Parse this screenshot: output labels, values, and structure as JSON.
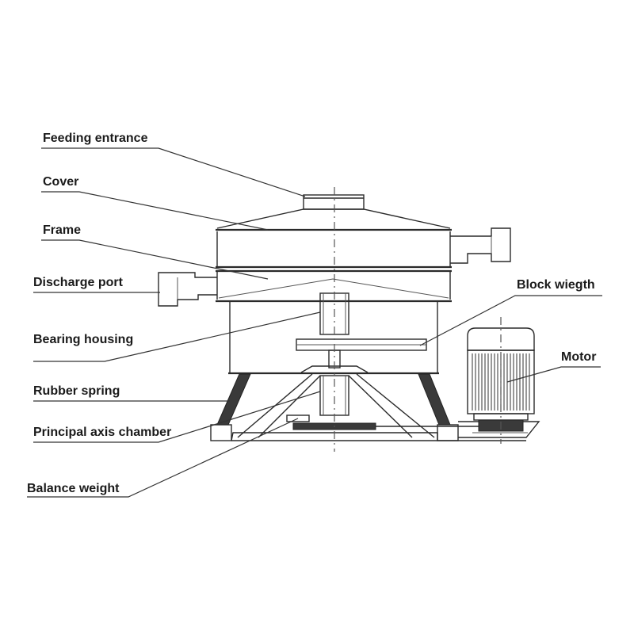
{
  "labels": {
    "feeding_entrance": "Feeding entrance",
    "cover": "Cover",
    "frame": "Frame",
    "discharge_port": "Discharge port",
    "bearing_housing": "Bearing housing",
    "rubber_spring": "Rubber spring",
    "principal_axis_chamber": "Principal axis chamber",
    "balance_weight": "Balance weight",
    "block_weight": "Block wiegth",
    "motor": "Motor"
  }
}
